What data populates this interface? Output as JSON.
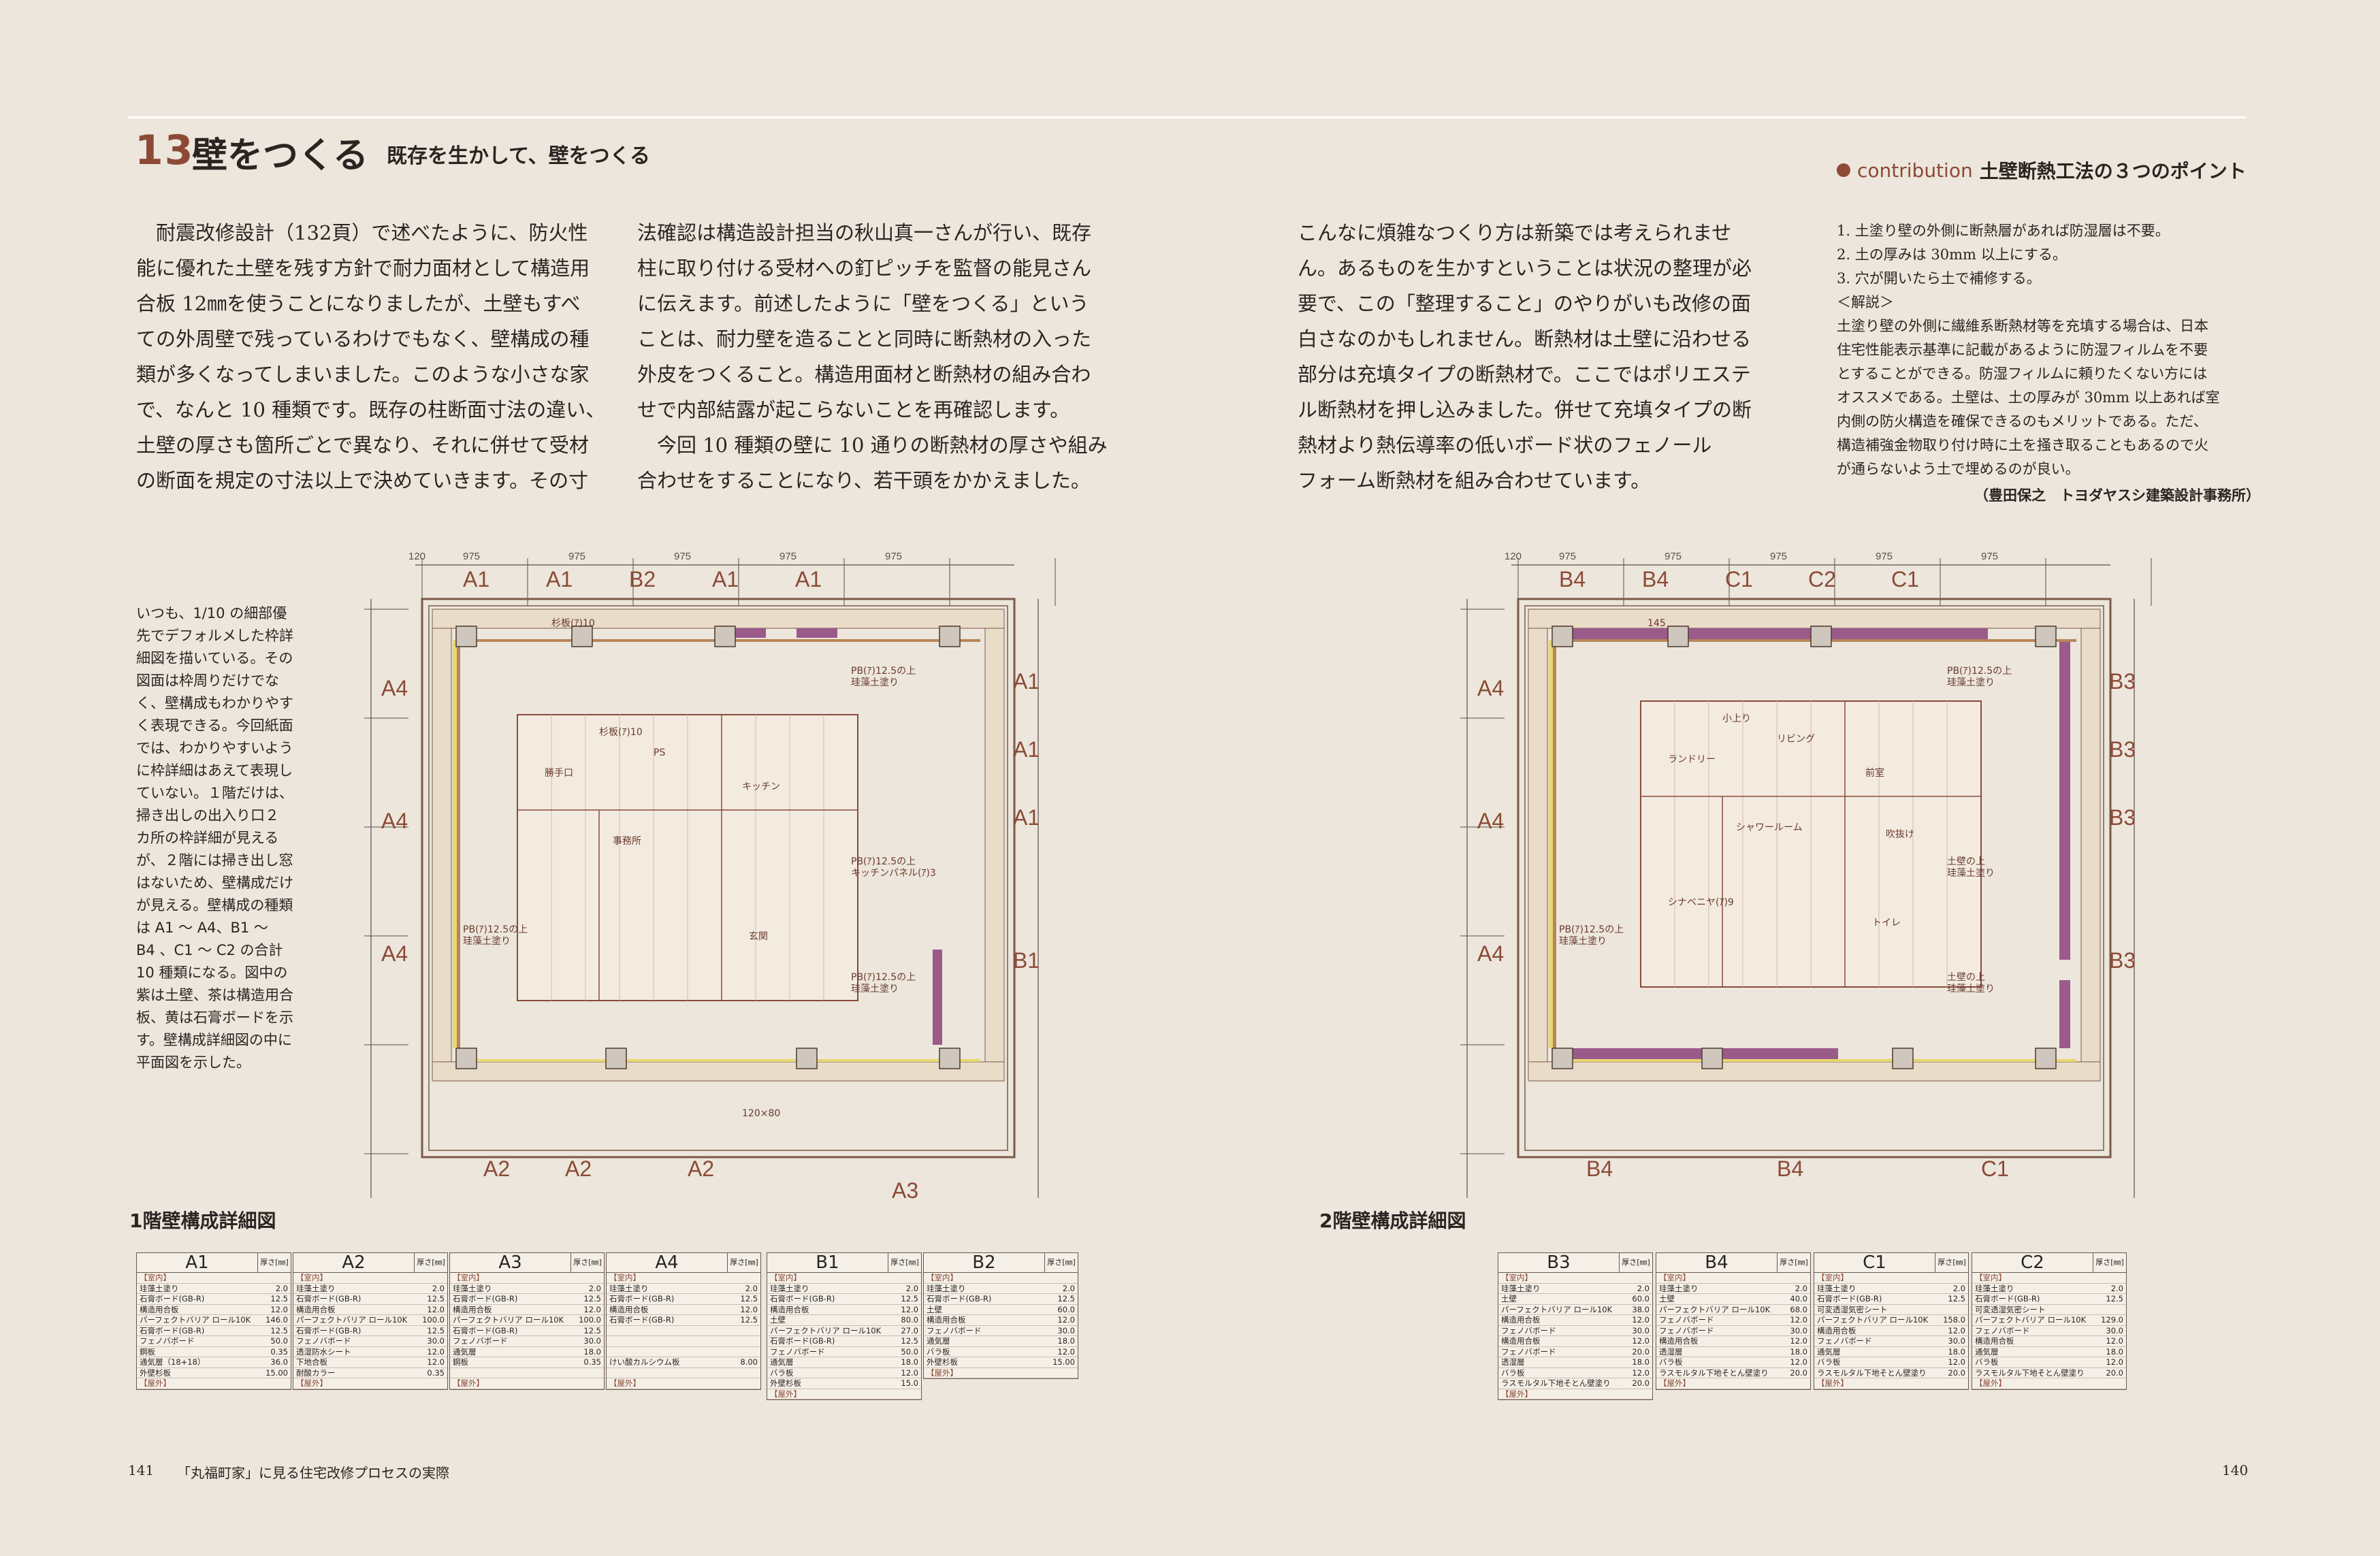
{
  "header": {
    "number": "13",
    "title": "壁をつくる",
    "subtitle": "既存を生かして、壁をつくる"
  },
  "body": {
    "col1": "　耐震改修設計（132頁）で述べたように、防火性\n能に優れた土壁を残す方針で耐力面材として構造用\n合板 12㎜を使うことになりましたが、土壁もすべ\nての外周壁で残っているわけでもなく、壁構成の種\n類が多くなってしまいました。このような小さな家\nで、なんと 10 種類です。既存の柱断面寸法の違い、\n土壁の厚さも箇所ごとで異なり、それに併せて受材\nの断面を規定の寸法以上で決めていきます。その寸",
    "col2": "法確認は構造設計担当の秋山真一さんが行い、既存\n柱に取り付ける受材への釘ピッチを監督の能見さん\nに伝えます。前述したように「壁をつくる」という\nことは、耐力壁を造ることと同時に断熱材の入った\n外皮をつくること。構造用面材と断熱材の組み合わ\nせで内部結露が起こらないことを再確認します。\n　今回 10 種類の壁に 10 通りの断熱材の厚さや組み\n合わせをすることになり、若干頭をかかえました。",
    "col3": "こんなに煩雑なつくり方は新築では考えられませ\nん。あるものを生かすということは状況の整理が必\n要で、この「整理すること」のやりがいも改修の面\n白さなのかもしれません。断熱材は土壁に沿わせる\n部分は充填タイプの断熱材で。ここではポリエステ\nル断熱材を押し込みました。併せて充填タイプの断\n熱材より熱伝導率の低いボード状のフェノール\nフォーム断熱材を組み合わせています。"
  },
  "contribution": {
    "label": "contribution",
    "title": "土壁断熱工法の３つのポイント",
    "lines": [
      "1. 土塗り壁の外側に断熱層があれば防湿層は不要。",
      "2. 土の厚みは 30mm 以上にする。",
      "3. 穴が開いたら土で補修する。",
      "＜解説＞",
      "土塗り壁の外側に繊維系断熱材等を充填する場合は、日本",
      "住宅性能表示基準に記載があるように防湿フィルムを不要",
      "とすることができる。防湿フィルムに頼りたくない方には",
      "オススメである。土壁は、土の厚みが 30mm 以上あれば室",
      "内側の防火構造を確保できるのもメリットである。ただ、",
      "構造補強金物取り付け時に土を掻き取ることもあるので火",
      "が通らないよう土で埋めるのが良い。"
    ],
    "author": "（豊田保之　トヨダヤスシ建築設計事務所）"
  },
  "side_note": [
    "いつも、1/10 の細部優",
    "先でデフォルメした枠詳",
    "細図を描いている。その",
    "図面は枠周りだけでな",
    "く、壁構成もわかりやす",
    "く表現できる。今回紙面",
    "では、わかりやすいよう",
    "に枠詳細はあえて表現し",
    "ていない。１階だけは、",
    "掃き出しの出入り口２",
    "カ所の枠詳細が見える",
    "が、２階には掃き出し窓",
    "はないため、壁構成だけ",
    "が見える。壁構成の種類",
    "は A1 ～ A4、B1 ～",
    "B4 、C1 ～ C2 の合計",
    "10 種類になる。図中の",
    "紫は土壁、茶は構造用合",
    "板、黄は石膏ボードを示",
    "す。壁構成詳細図の中に",
    "平面図を示した。"
  ],
  "figures": {
    "plan1": {
      "caption": "1階壁構成詳細図",
      "top_zones": [
        "A1",
        "A1",
        "B2",
        "A1",
        "A1"
      ],
      "left_zones": [
        "A4",
        "A4",
        "A4"
      ],
      "right_zones": [
        "A1",
        "A1",
        "A1",
        "B1"
      ],
      "bottom_zones": [
        "A2",
        "A2",
        "A2",
        "A3"
      ],
      "top_dims": [
        "120",
        "975",
        "975",
        "975",
        "975",
        "975"
      ],
      "room_labels": [
        "勝手口",
        "事務所",
        "キッチン",
        "玄関",
        "PS",
        "杉板(ｱ)10"
      ],
      "notes": [
        "PB(ｱ)12.5の上\n珪藻土塗り",
        "PB(ｱ)12.5の上\nキッチンパネル(ｱ)3",
        "PB(ｱ)12.5の上\n珪藻土塗り",
        "PB(ｱ)12.5の上\n珪藻土塗り",
        "杉板(ｱ)10",
        "120×80"
      ]
    },
    "plan2": {
      "caption": "2階壁構成詳細図",
      "top_zones": [
        "B4",
        "B4",
        "C1",
        "C2",
        "C1"
      ],
      "left_zones": [
        "A4",
        "A4",
        "A4"
      ],
      "right_zones": [
        "B3",
        "B3",
        "B3",
        "B3"
      ],
      "bottom_zones": [
        "B4",
        "B4",
        "C1"
      ],
      "top_dims": [
        "120",
        "975",
        "975",
        "975",
        "975",
        "975"
      ],
      "room_labels": [
        "ランドリー",
        "シャワールーム",
        "前室",
        "トイレ",
        "リビング",
        "小上り",
        "吹抜け",
        "シナベニヤ(ｱ)9"
      ],
      "notes": [
        "PB(ｱ)12.5の上\n珪藻土塗り",
        "土壁の上\n珪藻土塗り",
        "土壁の上\n珪藻土塗り",
        "PB(ｱ)12.5の上\n珪藻土塗り",
        "145"
      ]
    }
  },
  "spec_tables": [
    {
      "name": "A1",
      "unit": "厚さ[㎜]",
      "rows": [
        [
          "【室内】",
          ""
        ],
        [
          "珪藻土塗り",
          "2.0"
        ],
        [
          "石膏ボード(GB-R)",
          "12.5"
        ],
        [
          "構造用合板",
          "12.0"
        ],
        [
          "パーフェクトバリア ロール10K",
          "146.0"
        ],
        [
          "石膏ボード(GB-R)",
          "12.5"
        ],
        [
          "フェノバボード",
          "50.0"
        ],
        [
          "鋼板",
          "0.35"
        ],
        [
          "通気層（18+18）",
          "36.0"
        ],
        [
          "外壁杉板",
          "15.00"
        ],
        [
          "【屋外】",
          ""
        ]
      ]
    },
    {
      "name": "A2",
      "unit": "厚さ[㎜]",
      "rows": [
        [
          "【室内】",
          ""
        ],
        [
          "珪藻土塗り",
          "2.0"
        ],
        [
          "石膏ボード(GB-R)",
          "12.5"
        ],
        [
          "構造用合板",
          "12.0"
        ],
        [
          "パーフェクトバリア ロール10K",
          "100.0"
        ],
        [
          "石膏ボード(GB-R)",
          "12.5"
        ],
        [
          "フェノバボード",
          "30.0"
        ],
        [
          "透湿防水シート",
          "12.0"
        ],
        [
          "下地合板",
          "12.0"
        ],
        [
          "耐酸カラー",
          "0.35"
        ],
        [
          "【屋外】",
          ""
        ]
      ]
    },
    {
      "name": "A3",
      "unit": "厚さ[㎜]",
      "rows": [
        [
          "【室内】",
          ""
        ],
        [
          "珪藻土塗り",
          "2.0"
        ],
        [
          "石膏ボード(GB-R)",
          "12.5"
        ],
        [
          "構造用合板",
          "12.0"
        ],
        [
          "パーフェクトバリア ロール10K",
          "100.0"
        ],
        [
          "石膏ボード(GB-R)",
          "12.5"
        ],
        [
          "フェノバボード",
          "30.0"
        ],
        [
          "通気層",
          "18.0"
        ],
        [
          "鋼板",
          "0.35"
        ],
        [
          "",
          ""
        ],
        [
          "【屋外】",
          ""
        ]
      ]
    },
    {
      "name": "A4",
      "unit": "厚さ[㎜]",
      "rows": [
        [
          "【室内】",
          ""
        ],
        [
          "珪藻土塗り",
          "2.0"
        ],
        [
          "石膏ボード(GB-R)",
          "12.5"
        ],
        [
          "構造用合板",
          "12.0"
        ],
        [
          "石膏ボード(GB-R)",
          "12.5"
        ],
        [
          "",
          ""
        ],
        [
          "",
          ""
        ],
        [
          "",
          ""
        ],
        [
          "けい酸カルシウム板",
          "8.00"
        ],
        [
          "",
          ""
        ],
        [
          "【屋外】",
          ""
        ]
      ]
    },
    {
      "name": "B1",
      "unit": "厚さ[㎜]",
      "rows": [
        [
          "【室内】",
          ""
        ],
        [
          "珪藻土塗り",
          "2.0"
        ],
        [
          "石膏ボード(GB-R)",
          "12.5"
        ],
        [
          "構造用合板",
          "12.0"
        ],
        [
          "土壁",
          "80.0"
        ],
        [
          "パーフェクトバリア ロール10K",
          "27.0"
        ],
        [
          "石膏ボード(GB-R)",
          "12.5"
        ],
        [
          "フェノバボード",
          "50.0"
        ],
        [
          "通気層",
          "18.0"
        ],
        [
          "バラ板",
          "12.0"
        ],
        [
          "外壁杉板",
          "15.0"
        ],
        [
          "【屋外】",
          ""
        ]
      ]
    },
    {
      "name": "B2",
      "unit": "厚さ[㎜]",
      "rows": [
        [
          "【室内】",
          ""
        ],
        [
          "珪藻土塗り",
          "2.0"
        ],
        [
          "石膏ボード(GB-R)",
          "12.5"
        ],
        [
          "土壁",
          "60.0"
        ],
        [
          "構造用合板",
          "12.0"
        ],
        [
          "フェノバボード",
          "30.0"
        ],
        [
          "通気層",
          "18.0"
        ],
        [
          "バラ板",
          "12.0"
        ],
        [
          "外壁杉板",
          "15.00"
        ],
        [
          "【屋外】",
          ""
        ]
      ]
    },
    {
      "name": "B3",
      "unit": "厚さ[㎜]",
      "rows": [
        [
          "【室内】",
          ""
        ],
        [
          "珪藻土塗り",
          "2.0"
        ],
        [
          "土壁",
          "60.0"
        ],
        [
          "パーフェクトバリア ロール10K",
          "38.0"
        ],
        [
          "構造用合板",
          "12.0"
        ],
        [
          "フェノバボード",
          "30.0"
        ],
        [
          "構造用合板",
          "12.0"
        ],
        [
          "フェノバボード",
          "20.0"
        ],
        [
          "透湿層",
          "18.0"
        ],
        [
          "バラ板",
          "12.0"
        ],
        [
          "ラスモルタル下地そとん壁塗り",
          "20.0"
        ],
        [
          "【屋外】",
          ""
        ]
      ]
    },
    {
      "name": "B4",
      "unit": "厚さ[㎜]",
      "rows": [
        [
          "【室内】",
          ""
        ],
        [
          "珪藻土塗り",
          "2.0"
        ],
        [
          "土壁",
          "40.0"
        ],
        [
          "パーフェクトバリア ロール10K",
          "68.0"
        ],
        [
          "フェノバボード",
          "12.0"
        ],
        [
          "フェノバボード",
          "30.0"
        ],
        [
          "構造用合板",
          "12.0"
        ],
        [
          "透湿層",
          "18.0"
        ],
        [
          "バラ板",
          "12.0"
        ],
        [
          "ラスモルタル下地そとん壁塗り",
          "20.0"
        ],
        [
          "【屋外】",
          ""
        ]
      ]
    },
    {
      "name": "C1",
      "unit": "厚さ[㎜]",
      "rows": [
        [
          "【室内】",
          ""
        ],
        [
          "珪藻土塗り",
          "2.0"
        ],
        [
          "石膏ボード(GB-R)",
          "12.5"
        ],
        [
          "可変透湿気密シート",
          ""
        ],
        [
          "パーフェクトバリア ロール10K",
          "158.0"
        ],
        [
          "構造用合板",
          "12.0"
        ],
        [
          "フェノバボード",
          "30.0"
        ],
        [
          "通気層",
          "18.0"
        ],
        [
          "バラ板",
          "12.0"
        ],
        [
          "ラスモルタル下地そとん壁塗り",
          "20.0"
        ],
        [
          "【屋外】",
          ""
        ]
      ]
    },
    {
      "name": "C2",
      "unit": "厚さ[㎜]",
      "rows": [
        [
          "【室内】",
          ""
        ],
        [
          "珪藻土塗り",
          "2.0"
        ],
        [
          "石膏ボード(GB-R)",
          "12.5"
        ],
        [
          "可変透湿気密シート",
          ""
        ],
        [
          "パーフェクトバリア ロール10K",
          "129.0"
        ],
        [
          "フェノバボード",
          "30.0"
        ],
        [
          "構造用合板",
          "12.0"
        ],
        [
          "通気層",
          "18.0"
        ],
        [
          "バラ板",
          "12.0"
        ],
        [
          "ラスモルタル下地そとん壁塗り",
          "20.0"
        ],
        [
          "【屋外】",
          ""
        ]
      ]
    }
  ],
  "footer": {
    "left_page": "141",
    "left_title": "「丸福町家」に見る住宅改修プロセスの実際",
    "right_page": "140"
  },
  "colors": {
    "accent": "#8c4a36",
    "earth_wall": "#9a5a8a",
    "plywood": "#b8865a",
    "gypsum": "#e8d870",
    "paper": "#ece6dc"
  }
}
